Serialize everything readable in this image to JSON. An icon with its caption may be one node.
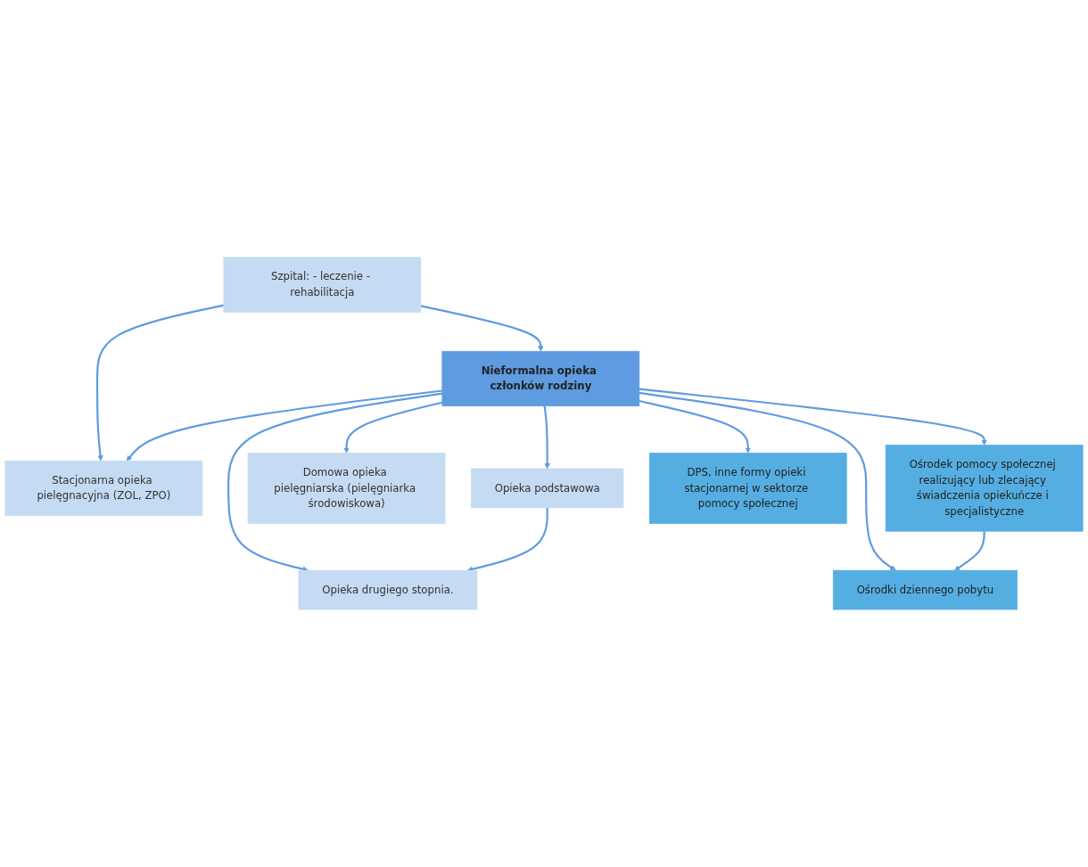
{
  "diagram": {
    "nodes": [
      {
        "text": [
          "Szpital: - leczenie - rehabilitacja"
        ]
      },
      {
        "text": [
          "Stacjonarna opieka pielęgnacyjna (ZOL, ZPO)"
        ]
      },
      {
        "text": [
          "Opieka drugiego stopnia."
        ]
      },
      {
        "text": [
          "Opieka podstawowa"
        ]
      },
      {
        "text": [
          "Nieformalna opieka członków rodziny"
        ]
      },
      {
        "text": [
          "Domowa opieka pielęgniarska (pielęgniarka środowiskowa)"
        ]
      },
      {
        "text": [
          "Ośrodki dziennego pobytu"
        ]
      },
      {
        "text": [
          "Ośrodek pomocy społecznej realizujący lub zlecający świadczenia opiekuńcze i specjalistyczne"
        ]
      },
      {
        "text": [
          "DPS, inne formy opieki stacjonarnej w sektorze pomocy społecznej"
        ]
      }
    ],
    "edges": [
      {
        "from": 0,
        "to": 1,
        "arrow": "to"
      },
      {
        "from": 0,
        "to": 4,
        "arrow": "to"
      },
      {
        "from": 4,
        "to": 1,
        "arrow": "to"
      },
      {
        "from": 4,
        "to": 2,
        "arrow": "to"
      },
      {
        "from": 4,
        "to": 3,
        "arrow": "to"
      },
      {
        "from": 4,
        "to": 5,
        "arrow": "to"
      },
      {
        "from": 3,
        "to": 2,
        "arrow": "to"
      },
      {
        "from": 4,
        "to": 6,
        "arrow": "to"
      },
      {
        "from": 4,
        "to": 7,
        "arrow": "to"
      },
      {
        "from": 4,
        "to": 8,
        "arrow": "to"
      },
      {
        "from": 7,
        "to": 6,
        "arrow": "to"
      }
    ]
  }
}
